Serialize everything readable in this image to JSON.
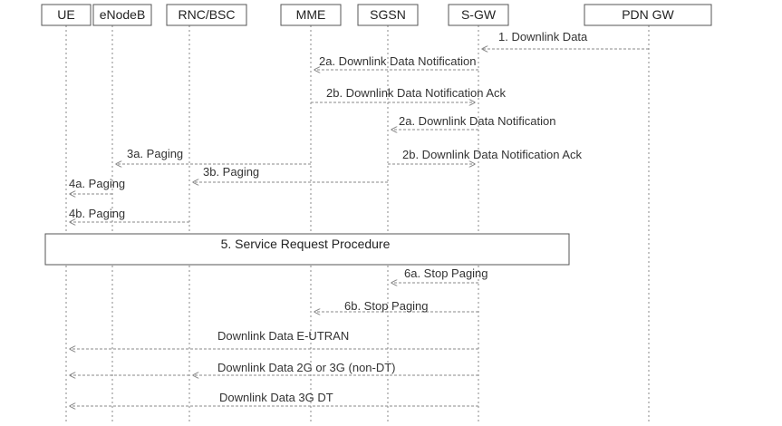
{
  "nodes": [
    {
      "id": "ue",
      "label": "UE"
    },
    {
      "id": "enb",
      "label": "eNodeB"
    },
    {
      "id": "rnc",
      "label": "RNC/BSC"
    },
    {
      "id": "mme",
      "label": "MME"
    },
    {
      "id": "sgsn",
      "label": "SGSN"
    },
    {
      "id": "sgw",
      "label": "S-GW"
    },
    {
      "id": "pdn",
      "label": "PDN GW"
    }
  ],
  "messages": [
    {
      "id": "m1",
      "label": "1. Downlink Data",
      "from": "pdn",
      "to": "sgw"
    },
    {
      "id": "m2a",
      "label": "2a. Downlink Data Notification",
      "from": "sgw",
      "to": "mme"
    },
    {
      "id": "m2b",
      "label": "2b. Downlink Data Notification Ack",
      "from": "mme",
      "to": "sgw"
    },
    {
      "id": "m2a2",
      "label": "2a. Downlink Data Notification",
      "from": "sgw",
      "to": "sgsn"
    },
    {
      "id": "m2b2",
      "label": "2b. Downlink Data Notification Ack",
      "from": "sgsn",
      "to": "sgw"
    },
    {
      "id": "m3a",
      "label": "3a. Paging",
      "from": "mme",
      "to": "enb"
    },
    {
      "id": "m3b",
      "label": "3b. Paging",
      "from": "sgsn",
      "to": "rnc"
    },
    {
      "id": "m4a",
      "label": "4a. Paging",
      "from": "enb",
      "to": "ue"
    },
    {
      "id": "m4b",
      "label": "4b. Paging",
      "from": "rnc",
      "to": "ue"
    },
    {
      "id": "m6a",
      "label": "6a. Stop Paging",
      "from": "sgw",
      "to": "sgsn"
    },
    {
      "id": "m6b",
      "label": "6b. Stop Paging",
      "from": "sgw",
      "to": "mme"
    },
    {
      "id": "m7",
      "label": "Downlink Data E-UTRAN",
      "from": "sgw",
      "to": "ue"
    },
    {
      "id": "m8",
      "label": "Downlink Data 2G or 3G (non-DT)",
      "from": "sgw",
      "to": "ue"
    },
    {
      "id": "m9",
      "label": "Downlink Data 3G DT",
      "from": "sgw",
      "to": "ue"
    }
  ],
  "procedure": {
    "label": "5. Service Request Procedure"
  }
}
